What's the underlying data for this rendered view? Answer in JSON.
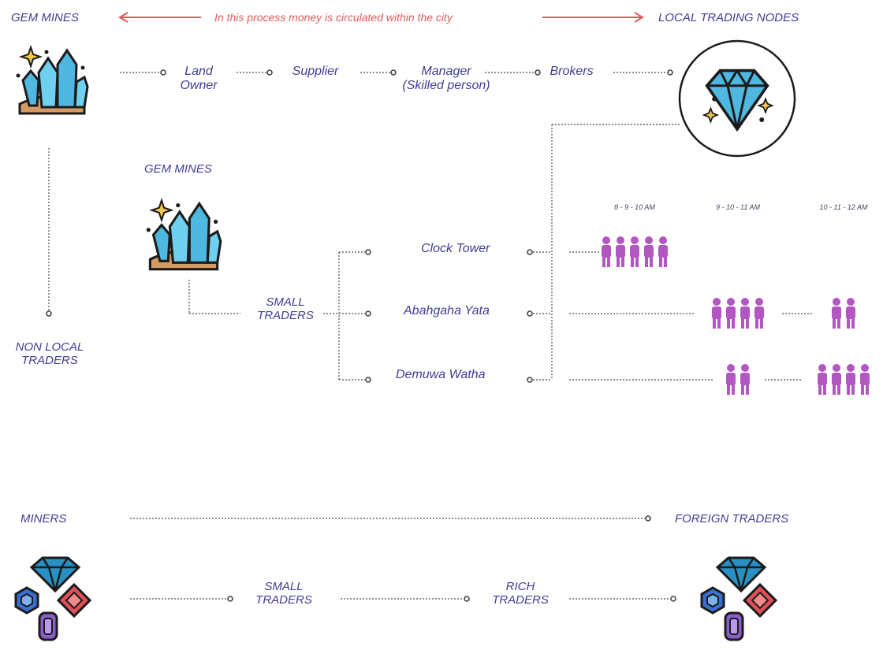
{
  "top_flow": {
    "gem_mines_label": "GEM MINES",
    "local_nodes_label": "LOCAL TRADING NODES",
    "banner_text": "In this process money is circulated within the city",
    "steps": [
      {
        "line1": "Land",
        "line2": "Owner"
      },
      {
        "line1": "Supplier",
        "line2": ""
      },
      {
        "line1": "Manager",
        "line2": "(Skilled person)"
      },
      {
        "line1": "Brokers",
        "line2": ""
      }
    ]
  },
  "middle": {
    "gem_mines_label": "GEM MINES",
    "non_local_line1": "NON LOCAL",
    "non_local_line2": "TRADERS",
    "small_traders_line1": "SMALL",
    "small_traders_line2": "TRADERS",
    "nodes": [
      {
        "name": "Clock Tower"
      },
      {
        "name": "Abahgaha Yata"
      },
      {
        "name": "Demuwa Watha"
      }
    ],
    "time_slots": [
      "8 - 9 - 10 AM",
      "9 - 10 - 11 AM",
      "10 - 11 - 12 AM"
    ],
    "crowd": {
      "clock_tower": [
        5,
        0,
        0
      ],
      "abahgaha_yata": [
        0,
        4,
        2
      ],
      "demuwa_watha": [
        0,
        2,
        4
      ]
    },
    "person_color": "#b257c2"
  },
  "bottom_flow": {
    "miners_label": "MINERS",
    "foreign_label": "FOREIGN TRADERS",
    "small_traders_line1": "SMALL",
    "small_traders_line2": "TRADERS",
    "rich_traders_line1": "RICH",
    "rich_traders_line2": "TRADERS"
  },
  "colors": {
    "label": "#3f3d96",
    "banner": "#e05a5a",
    "line": "#666666",
    "crystal": "#4fb8e0",
    "gem_blue": "#2a8fc2",
    "gem_red": "#e0505a",
    "gem_purple": "#8a5fc8"
  },
  "icons": {
    "gem_mines": "crystal-cluster-icon",
    "local_nodes": "diamond-icon",
    "gems": "gemstones-icon",
    "person": "person-icon"
  }
}
